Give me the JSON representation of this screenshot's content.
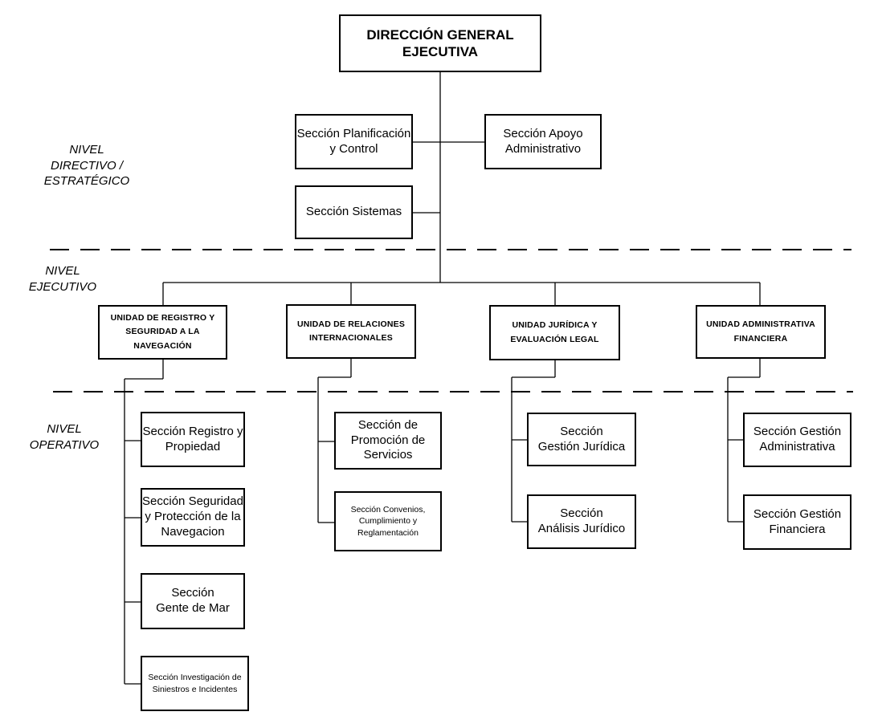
{
  "top": {
    "title": "DIRECCIÓN GENERAL\nEJECUTIVA"
  },
  "staff": {
    "planificacion": "Sección Planificación\ny Control",
    "apoyo": "Sección Apoyo\nAdministrativo",
    "sistemas": "Sección Sistemas"
  },
  "levels": {
    "directivo": "NIVEL\nDIRECTIVO /\nESTRATÉGICO",
    "ejecutivo": "NIVEL\nEJECUTIVO",
    "operativo": "NIVEL\nOPERATIVO"
  },
  "units": {
    "registro": "UNIDAD DE REGISTRO Y\nSEGURIDAD A LA\nNAVEGACIÓN",
    "relaciones": "UNIDAD DE RELACIONES\nINTERNACIONALES",
    "juridica": "UNIDAD JURÍDICA Y\nEVALUACIÓN LEGAL",
    "administrativa": "UNIDAD ADMINISTRATIVA\nFINANCIERA"
  },
  "sections": {
    "registro": [
      "Sección Registro y\nPropiedad",
      "Sección Seguridad\ny Protección de la\nNavegacion",
      "Sección\nGente de Mar",
      "Sección Investigación de\nSiniestros e Incidentes"
    ],
    "relaciones": [
      "Sección de\nPromoción de\nServicios",
      "Sección Convenios,\nCumplimiento y\nReglamentación"
    ],
    "juridica": [
      "Sección\nGestión Jurídica",
      "Sección\nAnálisis Jurídico"
    ],
    "administrativa": [
      "Sección Gestión\nAdministrativa",
      "Sección Gestión\nFinanciera"
    ]
  }
}
